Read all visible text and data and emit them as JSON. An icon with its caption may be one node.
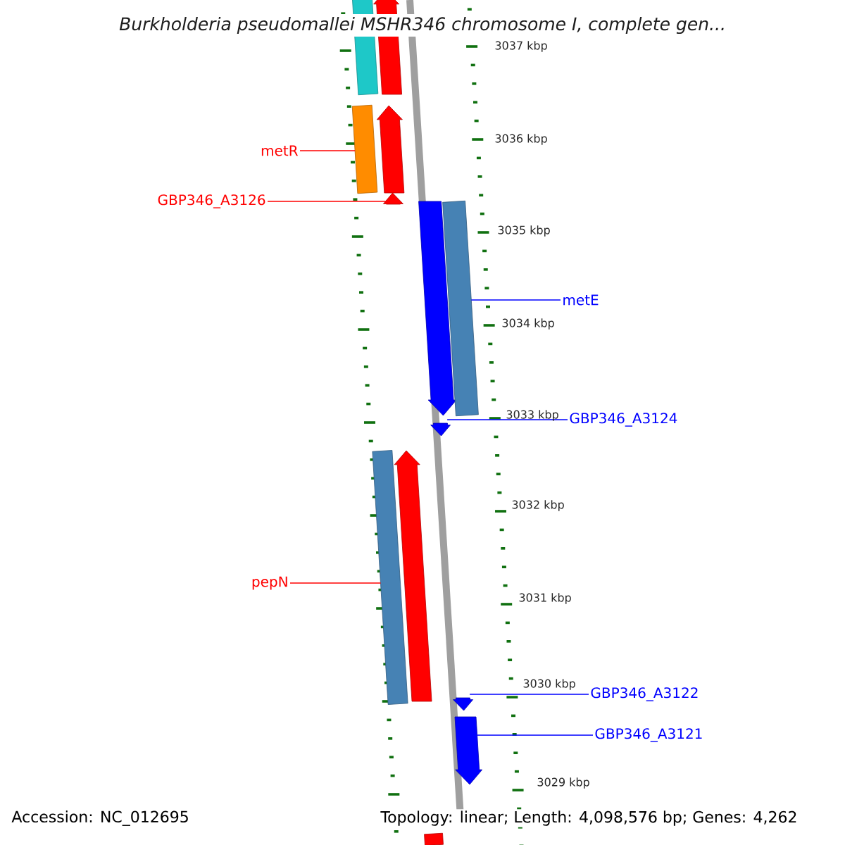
{
  "diagram": {
    "title": "Burkholderia pseudomallei MSHR346 chromosome I, complete gen...",
    "nodes": [
      {
        "text": [],
        "shape": "bar"
      },
      {
        "text": [],
        "shape": "pentagon"
      },
      {
        "text": [
          "metR"
        ]
      },
      {
        "text": [],
        "shape": "bar"
      },
      {
        "text": [],
        "shape": "pentagon"
      },
      {
        "text": [
          "GBP346_A3126"
        ]
      },
      {
        "text": [],
        "shape": "pentagon"
      },
      {
        "text": [],
        "shape": "pentagon"
      },
      {
        "text": [],
        "shape": "bar"
      },
      {
        "text": [
          "metE"
        ]
      },
      {
        "text": [],
        "shape": "pentagon"
      },
      {
        "text": [
          "GBP346_A3124"
        ]
      },
      {
        "text": [],
        "shape": "bar"
      },
      {
        "text": [
          "pepN"
        ]
      },
      {
        "text": [],
        "shape": "pentagon"
      },
      {
        "text": [],
        "shape": "pentagon"
      },
      {
        "text": [
          "GBP346_A3122"
        ]
      },
      {
        "text": [],
        "shape": "pentagon"
      },
      {
        "text": [
          "GBP346_A3121"
        ]
      },
      {
        "text": [],
        "shape": "bar"
      }
    ],
    "edges": [
      {
        "from": 2,
        "to": 3,
        "arrow": "none",
        "color": "#ff0000"
      },
      {
        "from": 5,
        "to": 6,
        "arrow": "none",
        "color": "#ff0000"
      },
      {
        "from": 9,
        "to": 8,
        "arrow": "none"
      },
      {
        "from": 11,
        "to": 10,
        "arrow": "none"
      },
      {
        "from": 13,
        "to": 12,
        "arrow": "none",
        "color": "#ff0000"
      },
      {
        "from": 16,
        "to": 15,
        "arrow": "none"
      },
      {
        "from": 18,
        "to": 17,
        "arrow": "none"
      }
    ],
    "labels": [
      "3037 kbp",
      "3036 kbp",
      "3035 kbp",
      "3034 kbp",
      "3033 kbp",
      "3032 kbp",
      "3031 kbp",
      "3030 kbp",
      "3029 kbp",
      "Accession: NC_012695",
      "Topology: linear; Length: 4,098,576 bp; Genes: 4,262"
    ]
  }
}
